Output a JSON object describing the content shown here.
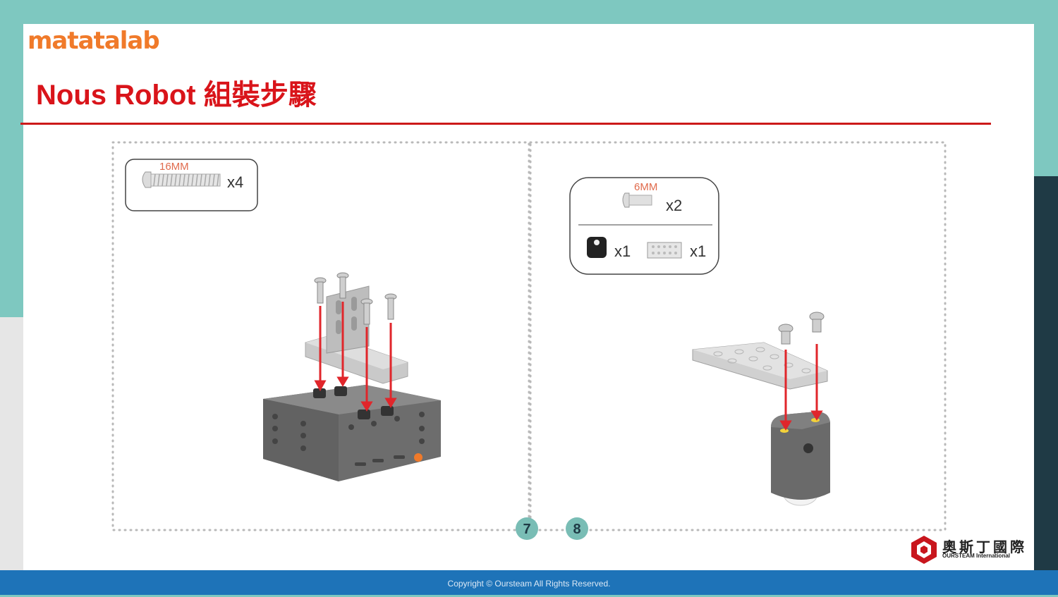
{
  "brand": {
    "logo_text": "matatalab"
  },
  "title": "Nous Robot 組裝步驟",
  "steps": [
    {
      "number": "7",
      "parts": [
        {
          "size_label": "16MM",
          "qty": "x4"
        }
      ]
    },
    {
      "number": "8",
      "parts": [
        {
          "size_label": "6MM",
          "qty": "x2"
        },
        {
          "qty": "x1"
        },
        {
          "qty": "x1"
        }
      ]
    }
  ],
  "footer": {
    "copyright": "Copyright © Oursteam All Rights Reserved.",
    "company_cn": "奧斯丁國際",
    "company_en": "OURSTEAM International"
  },
  "colors": {
    "teal": "#7ec8c0",
    "title_red": "#d9141a",
    "brand_orange": "#f07a2a",
    "footer_blue": "#1e73b8",
    "arrow_red": "#e0262b",
    "badge_teal": "#79bdb5"
  }
}
